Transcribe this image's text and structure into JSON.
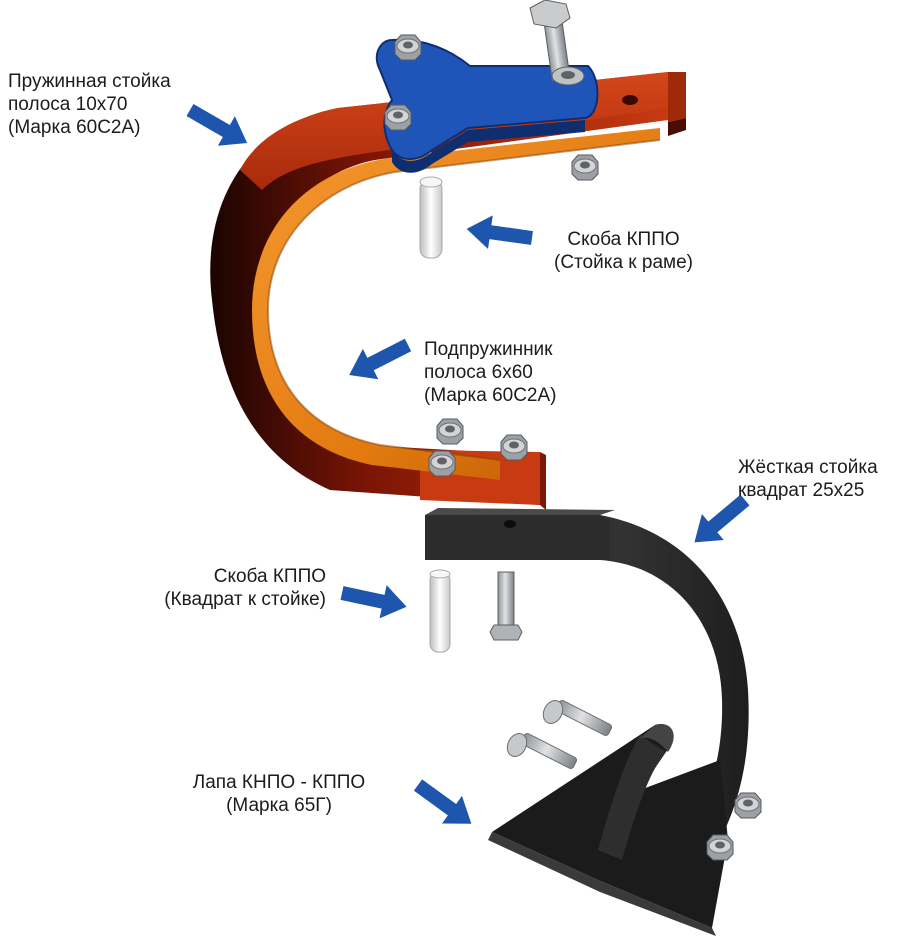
{
  "colors": {
    "spring_strut": "#c73a12",
    "spring_strut_dark": "#4a0c04",
    "spring_helper": "#ee8318",
    "bracket_top": "#1f55b8",
    "rigid_strut": "#262626",
    "arrow": "#1f56ad",
    "hardware": "#b9bcbf",
    "staple": "#eeeeee"
  },
  "labels": {
    "spring_strut": {
      "line1": "Пружинная стойка",
      "line2": "полоса 10х70",
      "line3": "(Марка 60С2А)"
    },
    "frame_staple": {
      "line1": "Скоба КППО",
      "line2": "(Стойка к раме)"
    },
    "spring_helper": {
      "line1": "Подпружинник",
      "line2": "полоса 6х60",
      "line3": "(Марка 60С2А)"
    },
    "rigid_strut": {
      "line1": "Жёсткая стойка",
      "line2": "квадрат 25х25"
    },
    "square_staple": {
      "line1": "Скоба КППО",
      "line2": "(Квадрат к стойке)"
    },
    "paw": {
      "line1": "Лапа КНПО - КППО",
      "line2": "(Марка 65Г)"
    }
  },
  "icons": {
    "arrow": "arrow-icon",
    "bolt": "bolt-icon",
    "nut": "nut-icon"
  }
}
